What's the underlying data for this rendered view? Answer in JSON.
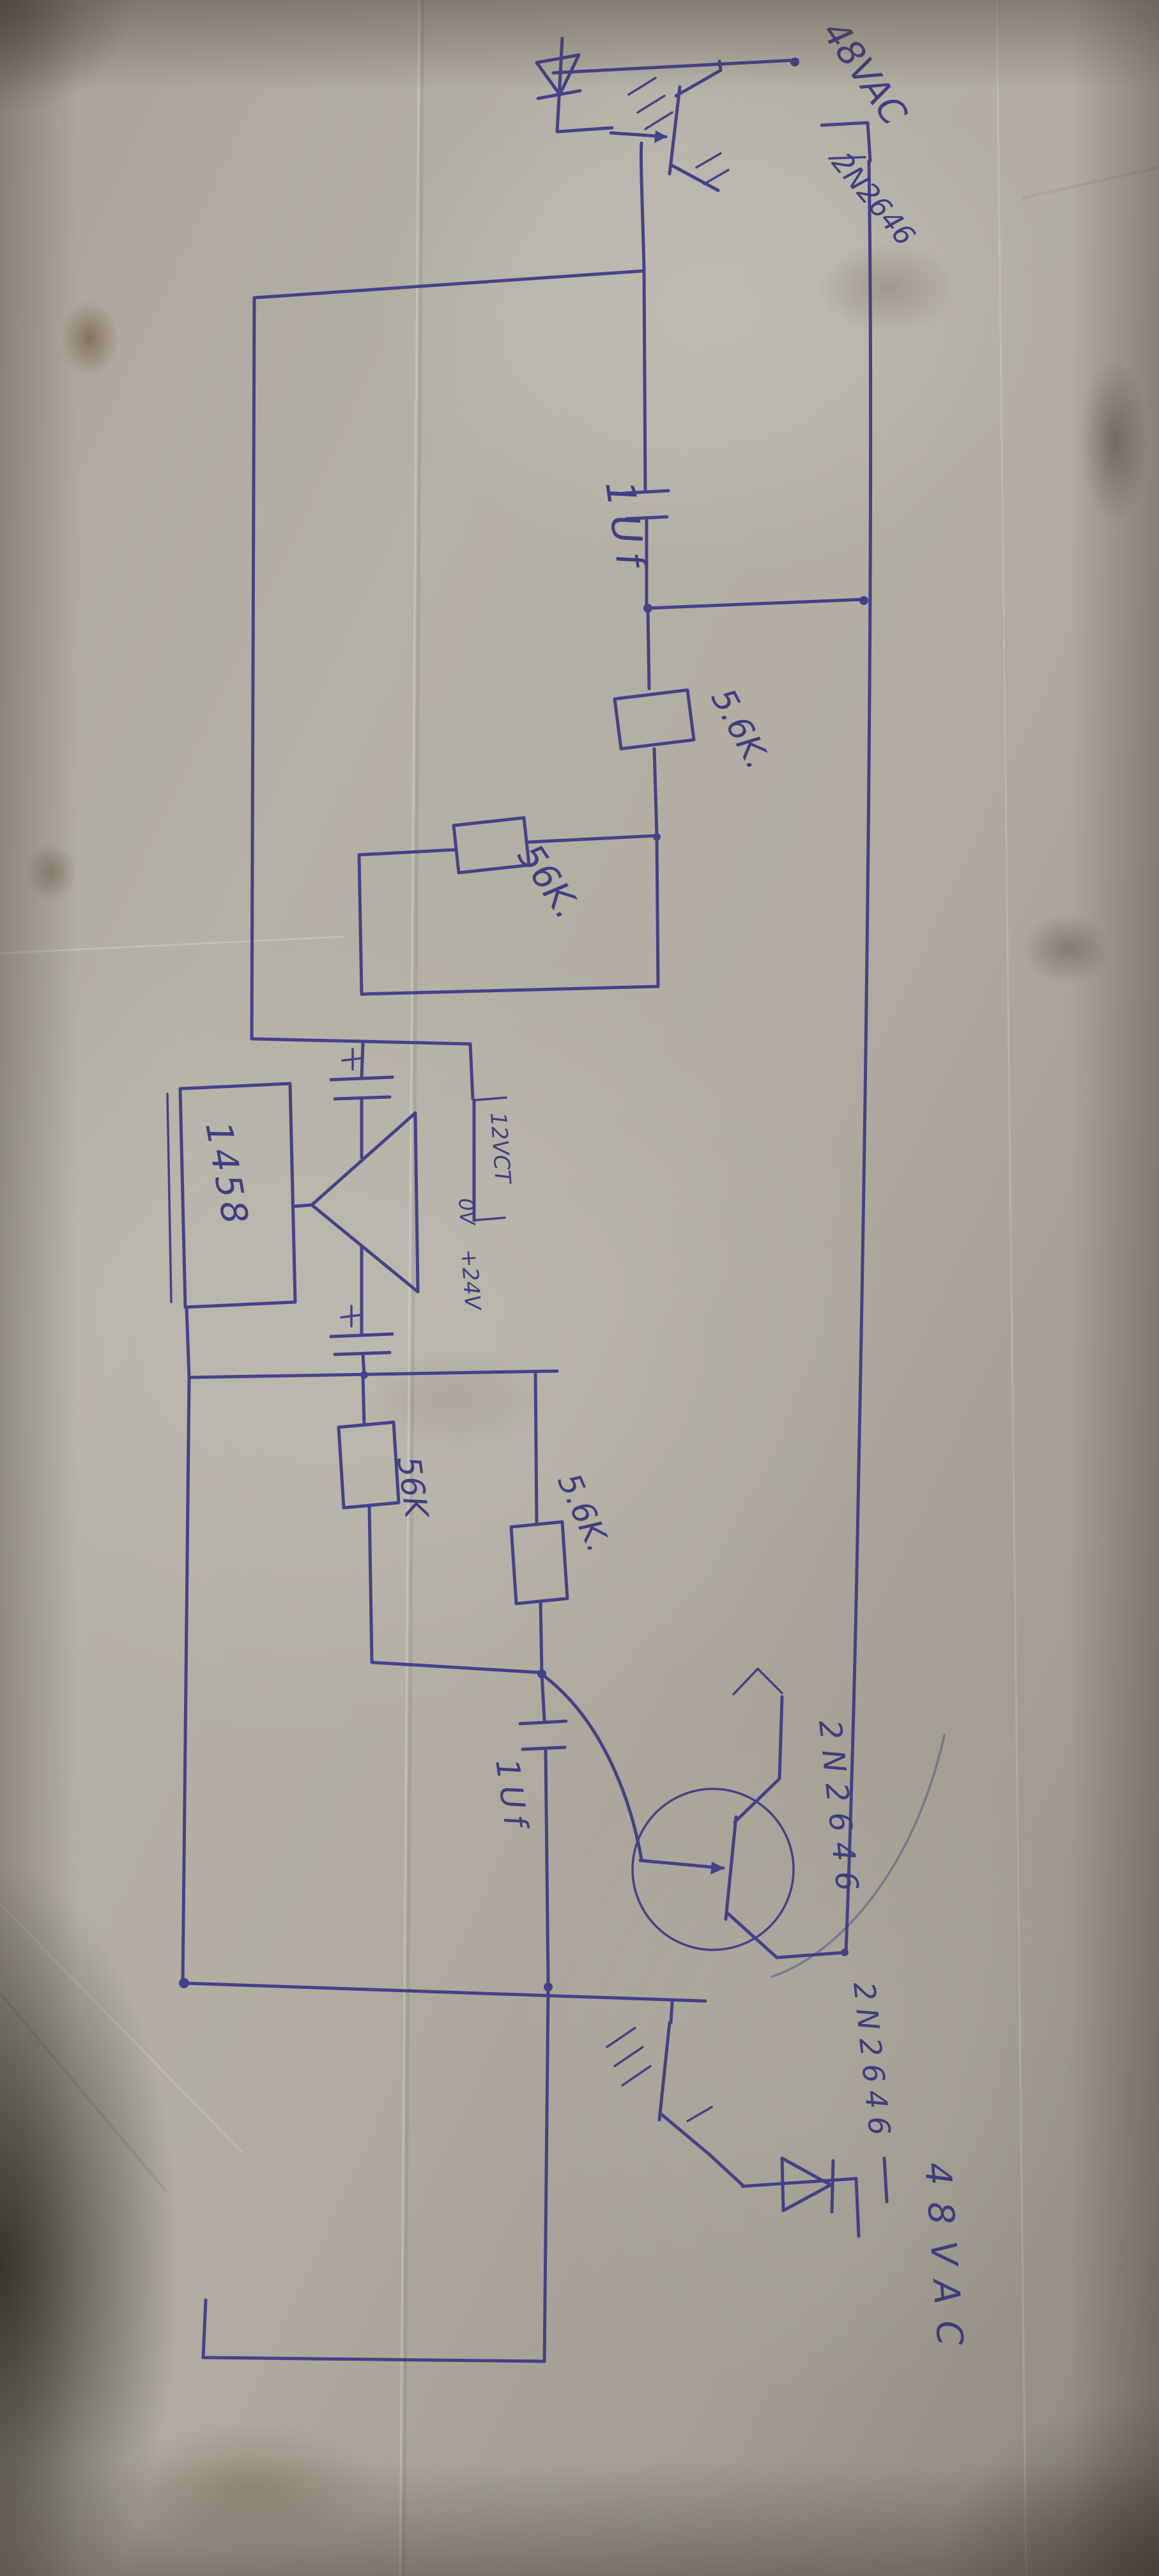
{
  "document": {
    "kind": "hand-drawn circuit schematic photographed on creased paper, drawing rotated 90 degrees",
    "ink_color": "#3b3789",
    "paper_color": "#b2ac9f"
  },
  "labels": {
    "supply_top": "48VAC",
    "ujt_top": "2N2646",
    "cap_top": "1Uf",
    "res_top_a": "5.6K.",
    "res_top_b": "56K.",
    "transformer": "12VCT",
    "tap_zero": "0V",
    "rail_24": "+24V",
    "opamp": "1458",
    "res_bot_a": "56K",
    "res_bot_b": "5.6K.",
    "cap_bot": "1Uf",
    "ujt_mid": "2N2646",
    "ujt_bot": "2N2646",
    "supply_bottom": "48VAC"
  }
}
